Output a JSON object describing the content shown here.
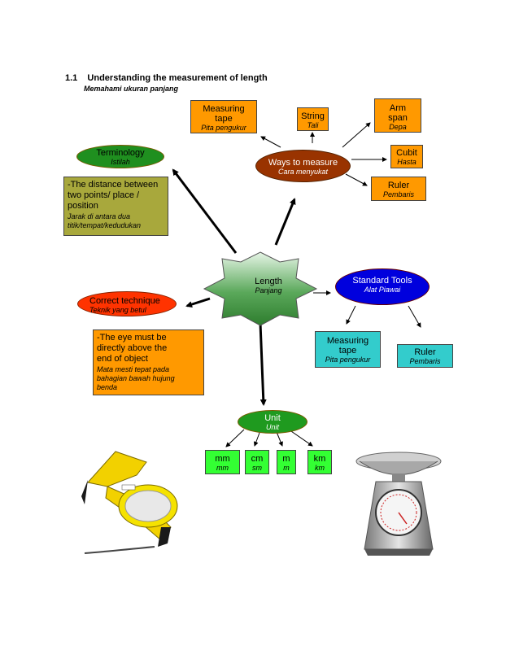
{
  "section": {
    "number": "1.1",
    "title": "Understanding the measurement of length",
    "subtitle": "Memahami ukuran panjang"
  },
  "center": {
    "en": "Length",
    "ms": "Panjang",
    "color": "#2e8b2e"
  },
  "terminology": {
    "label_en": "Terminology",
    "label_ms": "Istilah",
    "text_en": "-The distance between two points/ place  / position",
    "text_ms": "Jarak di antara dua titik/tempat/kedudukan"
  },
  "ways": {
    "label_en": "Ways to measure",
    "label_ms": "Cara menyukat",
    "items": [
      {
        "en": "Measuring tape",
        "ms": "Pita pengukur"
      },
      {
        "en": "String",
        "ms": "Tali"
      },
      {
        "en": "Arm span",
        "ms": "Depa"
      },
      {
        "en": "Cubit",
        "ms": "Hasta"
      },
      {
        "en": "Ruler",
        "ms": "Pembaris"
      }
    ]
  },
  "technique": {
    "label_en": "Correct technique",
    "label_ms": "Teknik yang betul",
    "text_en": "-The eye must be directly above the end of object",
    "text_ms": "Mata mesti tepat pada bahagian bawah hujung benda"
  },
  "standard_tools": {
    "label_en": "Standard Tools",
    "label_ms": "Alat Piawai",
    "items": [
      {
        "en": "Measuring tape",
        "ms": "Pita pengukur"
      },
      {
        "en": "Ruler",
        "ms": "Pembaris"
      }
    ]
  },
  "unit": {
    "label_en": "Unit",
    "label_ms": "Unit",
    "items": [
      {
        "en": "mm",
        "ms": "mm"
      },
      {
        "en": "cm",
        "ms": "sm"
      },
      {
        "en": "m",
        "ms": "m"
      },
      {
        "en": "km",
        "ms": "km"
      }
    ]
  },
  "colors": {
    "orange": "#ff9900",
    "cyan": "#33cccc",
    "green_box": "#33ff33",
    "maroon": "#993300",
    "navy": "#0000cc",
    "olive": "#a8a83c",
    "unit_green": "#1f9a1f"
  }
}
